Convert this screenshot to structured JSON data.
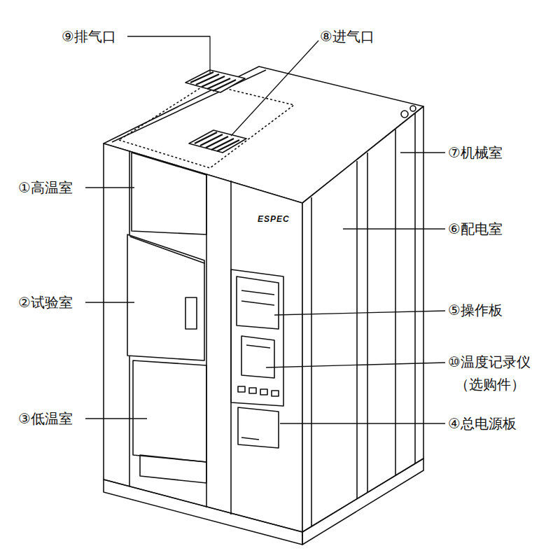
{
  "diagram": {
    "labels": [
      "⑨排气口",
      "⑧进气口",
      "①高温室",
      "⑦机械室",
      "ESPEC",
      "⑥配电室",
      "②试验室",
      "⑤操作板",
      "⑩温度记录仪",
      "（选购件）",
      "③低温室",
      "④总电源板"
    ]
  }
}
